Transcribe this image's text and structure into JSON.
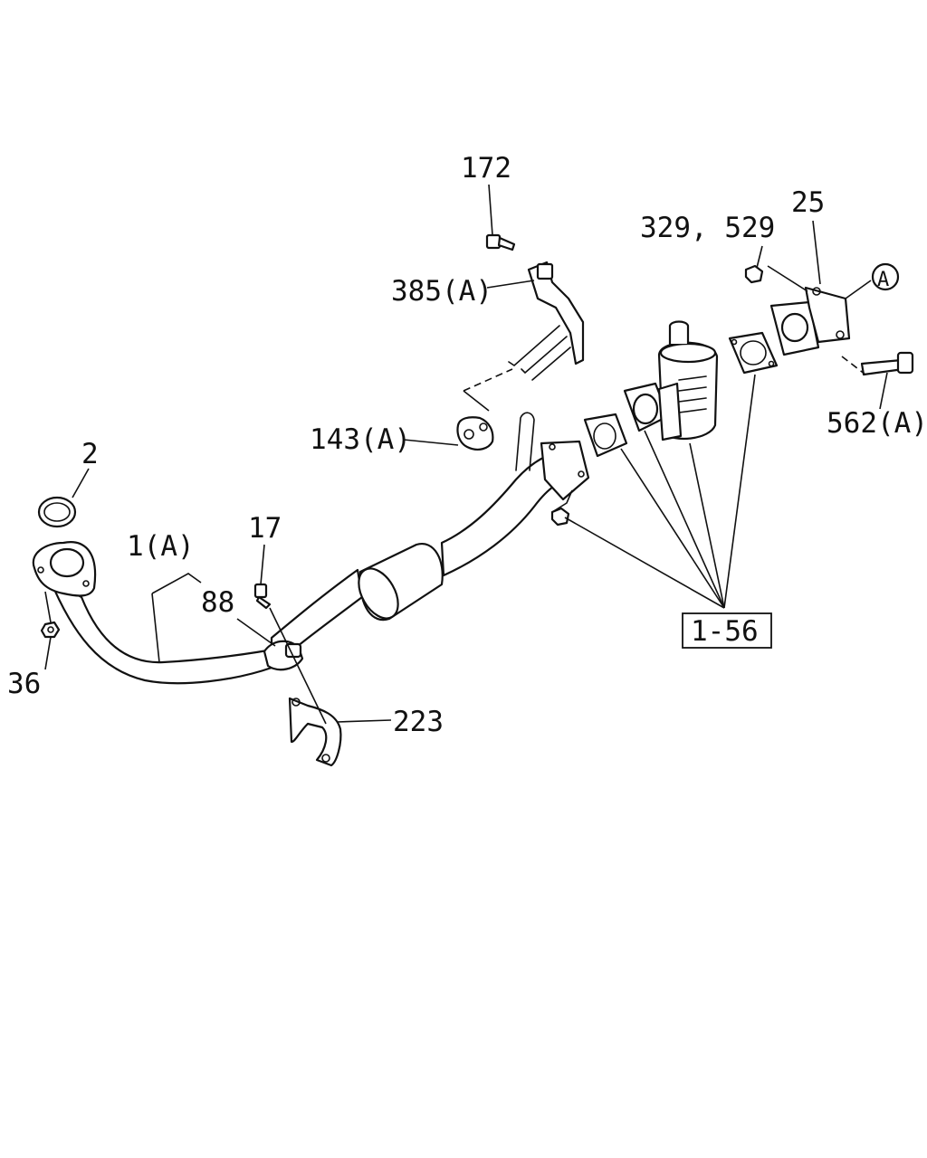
{
  "labels": {
    "p172": "172",
    "p385": "385(A)",
    "p329": "329, 529",
    "p25": "25",
    "pA": "A",
    "p562": "562(A)",
    "p143": "143(A)",
    "p2": "2",
    "p17": "17",
    "p1a": "1(A)",
    "p88": "88",
    "p36": "36",
    "p223": "223",
    "ref": "1-56"
  }
}
